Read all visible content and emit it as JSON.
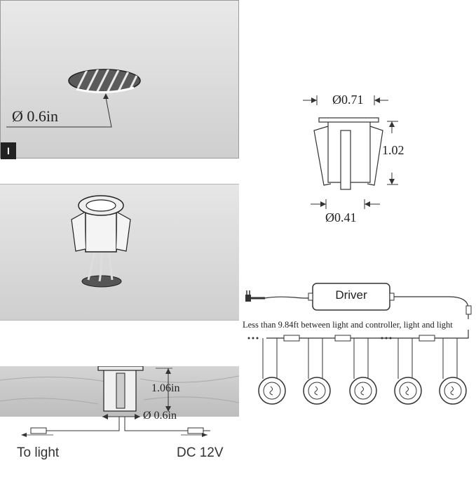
{
  "step_panel": {
    "step_number": "I",
    "hole_diameter": "Ø 0.6in"
  },
  "dimensions": {
    "top_diameter": "Ø0.71",
    "height": "1.02",
    "bottom_diameter": "Ø0.41"
  },
  "wiring": {
    "driver_label": "Driver",
    "distance_note": "Less than 9.84ft between light and controller, light and light",
    "light_count": 5
  },
  "install_section": {
    "depth": "1.06in",
    "hole_diameter": "Ø 0.6in",
    "to_light": "To light",
    "power": "DC 12V"
  },
  "colors": {
    "panel_gray": "#d6d6d6",
    "line": "#333333",
    "badge_bg": "#222222"
  }
}
